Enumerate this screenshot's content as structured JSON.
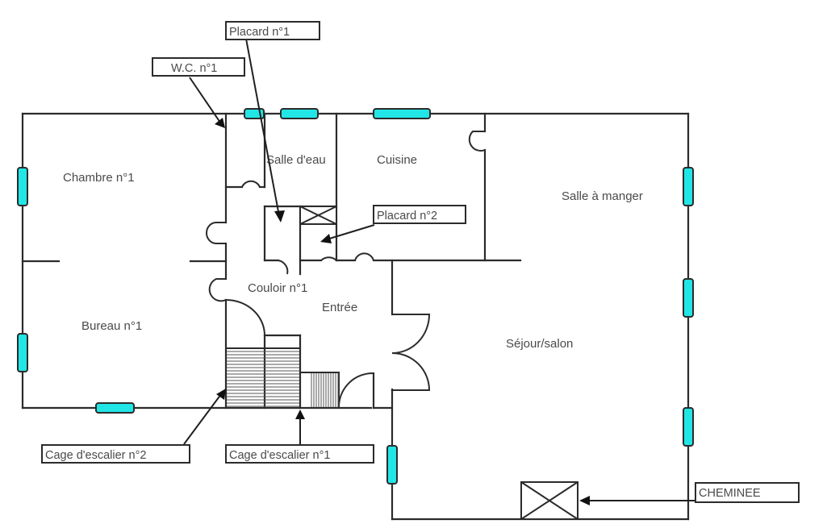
{
  "title": "Plan de l'appartement",
  "rooms": [
    {
      "id": "chambre",
      "label": "Chambre n°1"
    },
    {
      "id": "bureau",
      "label": "Bureau n°1"
    },
    {
      "id": "salle-eau",
      "label": "Salle d'eau"
    },
    {
      "id": "cuisine",
      "label": "Cuisine"
    },
    {
      "id": "salle-manger",
      "label": "Salle à manger"
    },
    {
      "id": "couloir",
      "label": "Couloir n°1"
    },
    {
      "id": "entree",
      "label": "Entrée"
    },
    {
      "id": "sejour",
      "label": "Séjour/salon"
    }
  ],
  "callouts": [
    {
      "id": "placard-1",
      "label": "Placard n°1"
    },
    {
      "id": "wc-1",
      "label": "W.C. n°1"
    },
    {
      "id": "placard-2",
      "label": "Placard n°2"
    },
    {
      "id": "cage-escalier-2",
      "label": "Cage d'escalier n°2"
    },
    {
      "id": "cage-escalier-1",
      "label": "Cage d'escalier n°1"
    },
    {
      "id": "cheminee",
      "label": "CHEMINEE"
    }
  ],
  "colors": {
    "window": "#22e6e6",
    "wall": "#2b2b2b",
    "text": "#4a4a4a"
  }
}
